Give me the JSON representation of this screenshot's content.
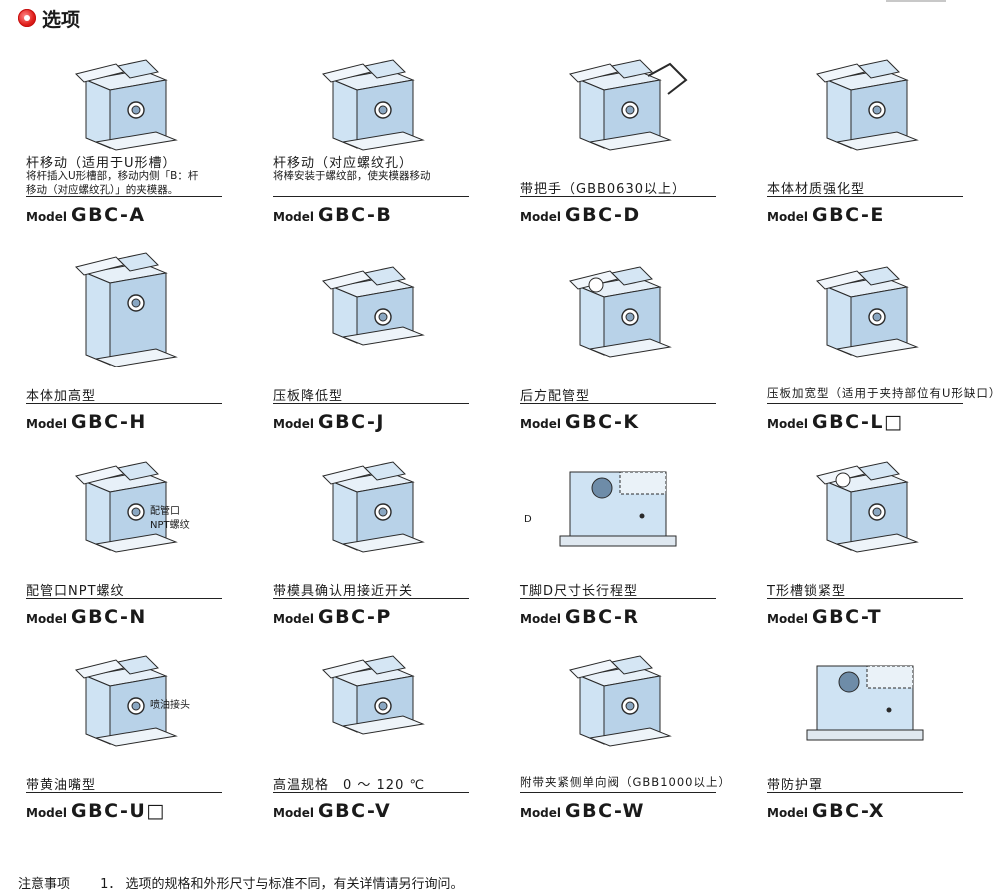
{
  "section": {
    "title": "选项"
  },
  "items": [
    {
      "title": "杆移动（适用于U形槽）",
      "subtitle": "将杆插入U形槽部，移动内侧「B：杆\n移动（对应螺纹孔）」的夹模器。",
      "model_label": "Model",
      "model_code": "GBC-A",
      "icon": "clamp-u-slot-icon"
    },
    {
      "title": "杆移动（对应螺纹孔）",
      "subtitle": "将棒安装于螺纹部，使夹模器移动",
      "model_label": "Model",
      "model_code": "GBC-B",
      "icon": "clamp-threaded-icon"
    },
    {
      "title": "带把手（GBB0630以上）",
      "subtitle": "",
      "model_label": "Model",
      "model_code": "GBC-D",
      "icon": "clamp-handle-icon"
    },
    {
      "title": "本体材质强化型",
      "subtitle": "",
      "model_label": "Model",
      "model_code": "GBC-E",
      "icon": "clamp-reinforced-icon"
    },
    {
      "title": "本体加高型",
      "subtitle": "",
      "model_label": "Model",
      "model_code": "GBC-H",
      "icon": "clamp-tall-icon"
    },
    {
      "title": "压板降低型",
      "subtitle": "",
      "model_label": "Model",
      "model_code": "GBC-J",
      "icon": "clamp-low-icon"
    },
    {
      "title": "后方配管型",
      "subtitle": "",
      "model_label": "Model",
      "model_code": "GBC-K",
      "icon": "clamp-rear-pipe-icon"
    },
    {
      "title": "压板加宽型（适用于夹持部位有U形缺口）",
      "subtitle": "",
      "model_label": "Model",
      "model_code": "GBC-L□",
      "icon": "clamp-wide-icon"
    },
    {
      "title": "配管口NPT螺纹",
      "subtitle": "",
      "model_label": "Model",
      "model_code": "GBC-N",
      "icon": "clamp-npt-icon",
      "callouts": [
        "配管口",
        "NPT螺纹"
      ]
    },
    {
      "title": "带模具确认用接近开关",
      "subtitle": "",
      "model_label": "Model",
      "model_code": "GBC-P",
      "icon": "clamp-sensor-icon"
    },
    {
      "title": "T脚D尺寸长行程型",
      "subtitle": "",
      "model_label": "Model",
      "model_code": "GBC-R",
      "icon": "clamp-long-stroke-icon",
      "callouts": [
        "D"
      ]
    },
    {
      "title": "T形槽锁紧型",
      "subtitle": "",
      "model_label": "Model",
      "model_code": "GBC-T",
      "icon": "clamp-t-slot-icon"
    },
    {
      "title": "带黄油嘴型",
      "subtitle": "",
      "model_label": "Model",
      "model_code": "GBC-U□",
      "icon": "clamp-grease-icon",
      "callouts": [
        "喷油接头"
      ]
    },
    {
      "title": "高温规格　0 ～ 120 ℃",
      "subtitle": "",
      "model_label": "Model",
      "model_code": "GBC-V",
      "icon": "clamp-high-temp-icon"
    },
    {
      "title": "附带夹紧侧单向阀（GBB1000以上）",
      "subtitle": "",
      "model_label": "Model",
      "model_code": "GBC-W",
      "icon": "clamp-check-valve-icon"
    },
    {
      "title": "带防护罩",
      "subtitle": "",
      "model_label": "Model",
      "model_code": "GBC-X",
      "icon": "clamp-cover-icon"
    }
  ],
  "note": {
    "heading": "注意事项",
    "text": "1．  选项的规格和外形尺寸与标准不同，有关详情请另行询问。"
  },
  "colors": {
    "accent": "#e0201c",
    "part_fill": "#cfe3f3",
    "part_stroke": "#2a2a2a"
  }
}
